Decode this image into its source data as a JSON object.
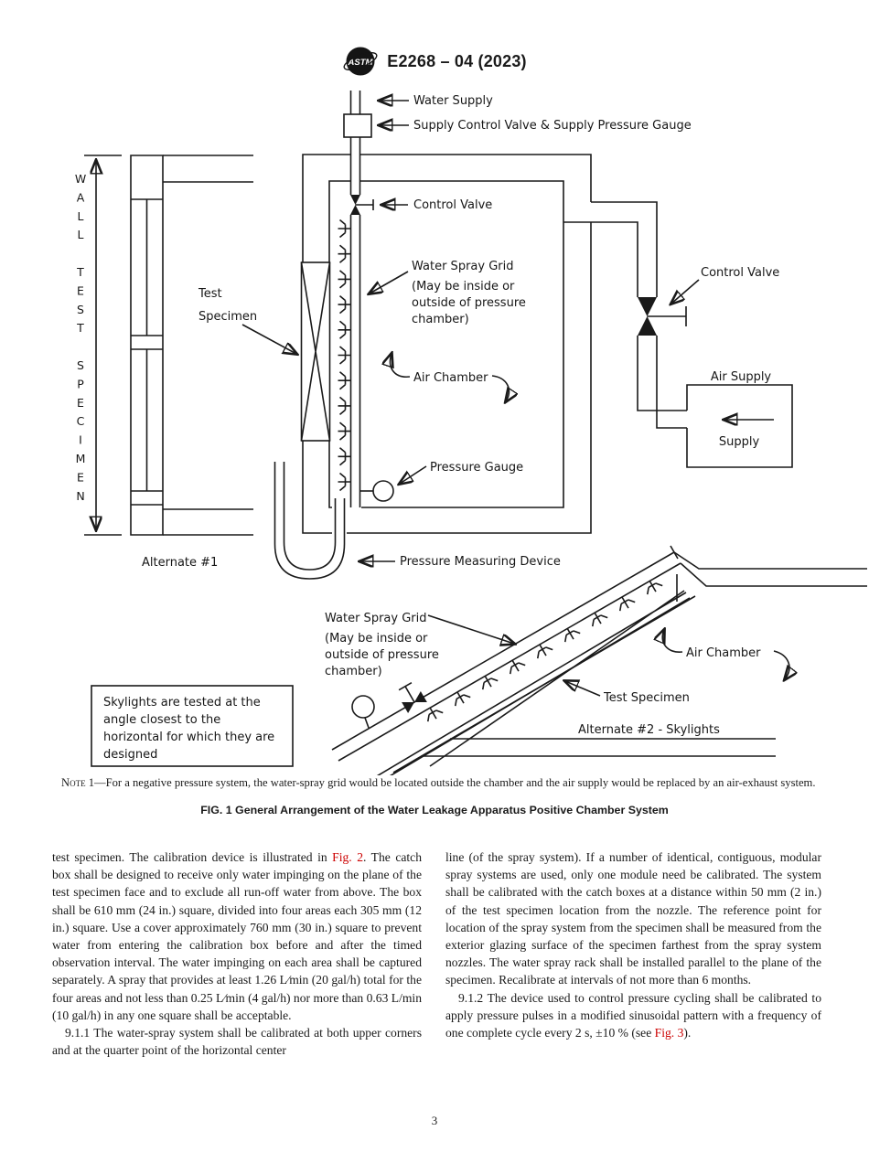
{
  "colors": {
    "line": "#1a1a1a",
    "figure_link": "#cc0000",
    "background": "#ffffff"
  },
  "header": {
    "logo": "ASTM",
    "designation": "E2268 – 04 (2023)"
  },
  "diagram": {
    "wall_label": "WALL TEST SPECIMEN",
    "labels": {
      "water_supply": "Water Supply",
      "supply_control": "Supply Control Valve & Supply Pressure Gauge",
      "control_valve": "Control Valve",
      "water_spray_grid": "Water Spray Grid",
      "may_lines": [
        "(May be inside or",
        "outside of pressure",
        "chamber)"
      ],
      "air_chamber": "Air Chamber",
      "pressure_gauge": "Pressure Gauge",
      "test_word": "Test",
      "specimen_word": "Specimen",
      "alternate1": "Alternate #1",
      "pressure_measuring_device": "Pressure Measuring Device",
      "air_supply": "Air Supply",
      "supply": "Supply",
      "test_specimen": "Test Specimen",
      "alternate2": "Alternate #2 - Skylights",
      "skylight_note": [
        "Skylights are tested at the",
        "angle closest to the",
        "horizontal for which they are",
        "designed"
      ]
    }
  },
  "note": {
    "segments": [
      {
        "t": "Note",
        "cls": "sc"
      },
      {
        "t": " 1—For a negative pressure system, the water-spray grid would be located outside the chamber and the air supply would be replaced by an air-exhaust system."
      }
    ]
  },
  "figure_caption": "FIG. 1 General Arrangement of the Water Leakage Apparatus Positive Chamber System",
  "columns": {
    "left": [
      {
        "segments": [
          {
            "t": "test specimen. The calibration device is illustrated in "
          },
          {
            "t": "Fig. 2",
            "cls": "fig-ref"
          },
          {
            "t": ". The catch box shall be designed to receive only water impinging on the plane of the test specimen face and to exclude all run-off water from above. The box shall be 610 mm (24 in.) square, divided into four areas each 305 mm (12 in.) square. Use a cover approximately 760 mm (30 in.) square to prevent water from entering the calibration box before and after the timed observation interval. The water impinging on each area shall be captured separately. A spray that provides at least 1.26 L⁄min (20 gal/h) total for the four areas and not less than 0.25 L⁄min (4 gal/h) nor more than 0.63 L/min (10 gal/h) in any one square shall be acceptable."
          }
        ]
      },
      {
        "segments": [
          {
            "t": "9.1.1 The water-spray system shall be calibrated at both upper corners and at the quarter point of the horizontal center"
          }
        ]
      }
    ],
    "right": [
      {
        "segments": [
          {
            "t": "line (of the spray system). If a number of identical, contiguous, modular spray systems are used, only one module need be calibrated. The system shall be calibrated with the catch boxes at a distance within 50 mm (2 in.) of the test specimen location from the nozzle. The reference point for location of the spray system from the specimen shall be measured from the exterior glazing surface of the specimen farthest from the spray system nozzles. The water spray rack shall be installed parallel to the plane of the specimen. Recalibrate at intervals of not more than 6 months."
          }
        ]
      },
      {
        "segments": [
          {
            "t": "9.1.2 The device used to control pressure cycling shall be calibrated to apply pressure pulses in a modified sinusoidal pattern with a frequency of one complete cycle every 2 s, ±10 % (see "
          },
          {
            "t": "Fig. 3",
            "cls": "fig-ref"
          },
          {
            "t": ")."
          }
        ]
      }
    ]
  },
  "page_number": "3"
}
